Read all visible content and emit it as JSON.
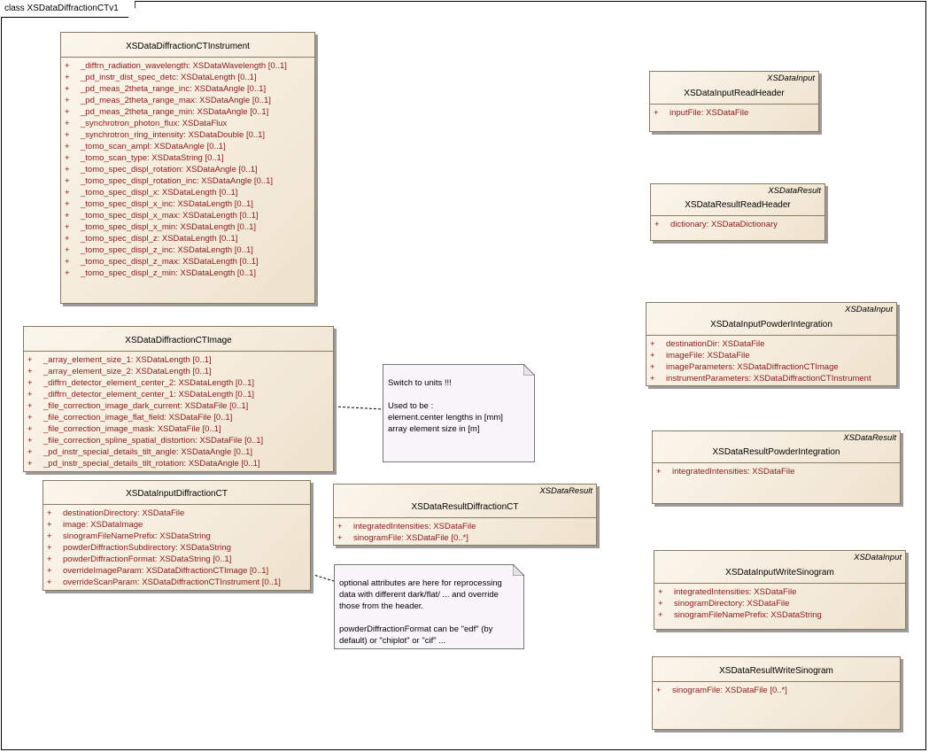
{
  "diagram_title": "class XSDataDiffractionCTv1",
  "classes": {
    "instrument": {
      "stereotype": "",
      "name": "XSDataDiffractionCTInstrument",
      "attributes": [
        {
          "vis": "+",
          "text": "_diffrn_radiation_wavelength:  XSDataWavelength [0..1]"
        },
        {
          "vis": "+",
          "text": "_pd_instr_dist_spec_detc:  XSDataLength [0..1]"
        },
        {
          "vis": "+",
          "text": "_pd_meas_2theta_range_inc:  XSDataAngle [0..1]"
        },
        {
          "vis": "+",
          "text": "_pd_meas_2theta_range_max:  XSDataAngle [0..1]"
        },
        {
          "vis": "+",
          "text": "_pd_meas_2theta_range_min:  XSDataAngle [0..1]"
        },
        {
          "vis": "+",
          "text": "_synchrotron_photon_flux:  XSDataFlux"
        },
        {
          "vis": "+",
          "text": "_synchrotron_ring_intensity:  XSDataDouble [0..1]"
        },
        {
          "vis": "+",
          "text": "_tomo_scan_ampl:  XSDataAngle [0..1]"
        },
        {
          "vis": "+",
          "text": "_tomo_scan_type:  XSDataString [0..1]"
        },
        {
          "vis": "+",
          "text": "_tomo_spec_displ_rotation:  XSDataAngle [0..1]"
        },
        {
          "vis": "+",
          "text": "_tomo_spec_displ_rotation_inc:  XSDataAngle [0..1]"
        },
        {
          "vis": "+",
          "text": "_tomo_spec_displ_x:  XSDataLength [0..1]"
        },
        {
          "vis": "+",
          "text": "_tomo_spec_displ_x_inc:  XSDataLength [0..1]"
        },
        {
          "vis": "+",
          "text": "_tomo_spec_displ_x_max:  XSDataLength [0..1]"
        },
        {
          "vis": "+",
          "text": "_tomo_spec_displ_x_min:  XSDataLength [0..1]"
        },
        {
          "vis": "+",
          "text": "_tomo_spec_displ_z:  XSDataLength [0..1]"
        },
        {
          "vis": "+",
          "text": "_tomo_spec_displ_z_inc:  XSDataLength [0..1]"
        },
        {
          "vis": "+",
          "text": "_tomo_spec_displ_z_max:  XSDataLength [0..1]"
        },
        {
          "vis": "+",
          "text": "_tomo_spec_displ_z_min:  XSDataLength [0..1]"
        }
      ]
    },
    "image": {
      "stereotype": "",
      "name": "XSDataDiffractionCTImage",
      "attributes": [
        {
          "vis": "+",
          "text": "_array_element_size_1:  XSDataLength [0..1]"
        },
        {
          "vis": "+",
          "text": "_array_element_size_2:  XSDataLength [0..1]"
        },
        {
          "vis": "+",
          "text": "_diffrn_detector_element_center_2:  XSDataLength [0..1]"
        },
        {
          "vis": "+",
          "text": "_diffrn_detector_element_center_1:  XSDataLength [0..1]"
        },
        {
          "vis": "+",
          "text": "_file_correction_image_dark_current:  XSDataFile [0..1]"
        },
        {
          "vis": "+",
          "text": "_file_correction_image_flat_field:  XSDataFile [0..1]"
        },
        {
          "vis": "+",
          "text": "_file_correction_image_mask:  XSDataFile [0..1]"
        },
        {
          "vis": "+",
          "text": "_file_correction_spline_spatial_distortion:  XSDataFile [0..1]"
        },
        {
          "vis": "+",
          "text": "_pd_instr_special_details_tilt_angle:  XSDataAngle [0..1]"
        },
        {
          "vis": "+",
          "text": "_pd_instr_special_details_tilt_rotation:  XSDataAngle [0..1]"
        }
      ]
    },
    "input_ct": {
      "stereotype": "",
      "name": "XSDataInputDiffractionCT",
      "attributes": [
        {
          "vis": "+",
          "text": "destinationDirectory:  XSDataFile"
        },
        {
          "vis": "+",
          "text": "image:  XSDataImage"
        },
        {
          "vis": "+",
          "text": "sinogramFileNamePrefix:  XSDataString"
        },
        {
          "vis": "+",
          "text": "powderDiffractionSubdirectory:  XSDataString"
        },
        {
          "vis": "+",
          "text": "powderDiffractionFormat:  XSDataString [0..1]"
        },
        {
          "vis": "+",
          "text": "overrideImageParam:  XSDataDiffractionCTImage [0..1]"
        },
        {
          "vis": "+",
          "text": "overrideScanParam:  XSDataDiffractionCTInstrument [0..1]"
        }
      ]
    },
    "result_ct": {
      "stereotype": "XSDataResult",
      "name": "XSDataResultDiffractionCT",
      "attributes": [
        {
          "vis": "+",
          "text": "integratedIntensities:  XSDataFile"
        },
        {
          "vis": "+",
          "text": "sinogramFile:  XSDataFile [0..*]"
        }
      ]
    },
    "input_read_header": {
      "stereotype": "XSDataInput",
      "name": "XSDataInputReadHeader",
      "attributes": [
        {
          "vis": "+",
          "text": "inputFile:  XSDataFile"
        }
      ]
    },
    "result_read_header": {
      "stereotype": "XSDataResult",
      "name": "XSDataResultReadHeader",
      "attributes": [
        {
          "vis": "+",
          "text": "dictionary:  XSDataDictionary"
        }
      ]
    },
    "input_powder": {
      "stereotype": "XSDataInput",
      "name": "XSDataInputPowderIntegration",
      "attributes": [
        {
          "vis": "+",
          "text": "destinationDir:  XSDataFile"
        },
        {
          "vis": "+",
          "text": "imageFile:  XSDataFile"
        },
        {
          "vis": "+",
          "text": "imageParameters:  XSDataDiffractionCTImage"
        },
        {
          "vis": "+",
          "text": "instrumentParameters:  XSDataDiffractionCTInstrument"
        }
      ]
    },
    "result_powder": {
      "stereotype": "XSDataResult",
      "name": "XSDataResultPowderIntegration",
      "attributes": [
        {
          "vis": "+",
          "text": "integratedIntensities:  XSDataFile"
        }
      ]
    },
    "input_sinogram": {
      "stereotype": "XSDataInput",
      "name": "XSDataInputWriteSinogram",
      "attributes": [
        {
          "vis": "+",
          "text": "integratedIntensities:  XSDataFile"
        },
        {
          "vis": "+",
          "text": "sinogramDirectory:  XSDataFile"
        },
        {
          "vis": "+",
          "text": "sinogramFileNamePrefix:  XSDataString"
        }
      ]
    },
    "result_sinogram": {
      "stereotype": "",
      "name": "XSDataResultWriteSinogram",
      "attributes": [
        {
          "vis": "+",
          "text": "sinogramFile:  XSDataFile [0..*]"
        }
      ]
    }
  },
  "notes": {
    "units": {
      "lines": [
        "Switch to units !!!",
        "",
        "Used to be :",
        "element.center lengths in [mm]",
        "array element size in [m]"
      ]
    },
    "optional": {
      "lines": [
        "optional attributes are here for reprocessing",
        "data with different dark/flat/ ... and override",
        "those from the header.",
        "",
        "powderDiffractionFormat can be \"edf\" (by",
        "default) or \"chiplot\" or \"cif\" ..."
      ]
    }
  }
}
